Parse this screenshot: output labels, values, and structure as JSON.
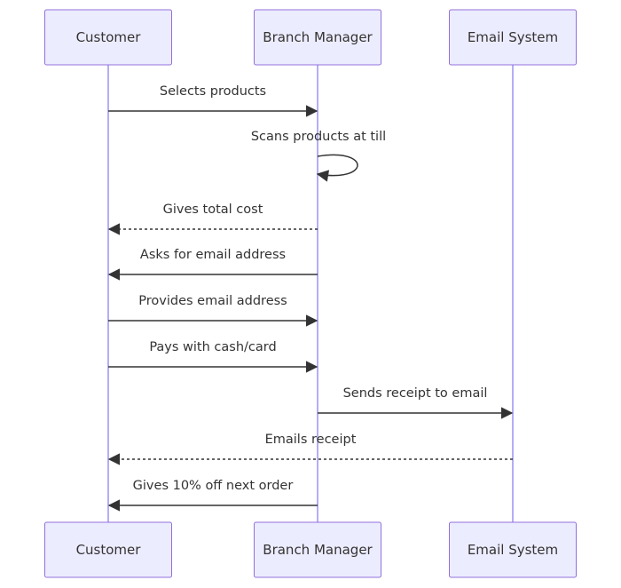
{
  "participants": [
    {
      "id": "customer",
      "label": "Customer"
    },
    {
      "id": "manager",
      "label": "Branch Manager"
    },
    {
      "id": "email",
      "label": "Email System"
    }
  ],
  "messages": [
    {
      "from": "customer",
      "to": "manager",
      "label": "Selects products",
      "style": "solid"
    },
    {
      "from": "manager",
      "to": "manager",
      "label": "Scans products at till",
      "style": "solid"
    },
    {
      "from": "manager",
      "to": "customer",
      "label": "Gives total cost",
      "style": "dotted"
    },
    {
      "from": "manager",
      "to": "customer",
      "label": "Asks for email address",
      "style": "solid"
    },
    {
      "from": "customer",
      "to": "manager",
      "label": "Provides email address",
      "style": "solid"
    },
    {
      "from": "customer",
      "to": "manager",
      "label": "Pays with cash/card",
      "style": "solid"
    },
    {
      "from": "manager",
      "to": "email",
      "label": "Sends receipt to email",
      "style": "solid"
    },
    {
      "from": "email",
      "to": "customer",
      "label": "Emails receipt",
      "style": "dotted"
    },
    {
      "from": "manager",
      "to": "customer",
      "label": "Gives 10% off next order",
      "style": "solid"
    }
  ],
  "colors": {
    "actor_fill": "#ececff",
    "actor_border": "#9370db",
    "lifeline": "#b3aef7",
    "message": "#333333"
  }
}
